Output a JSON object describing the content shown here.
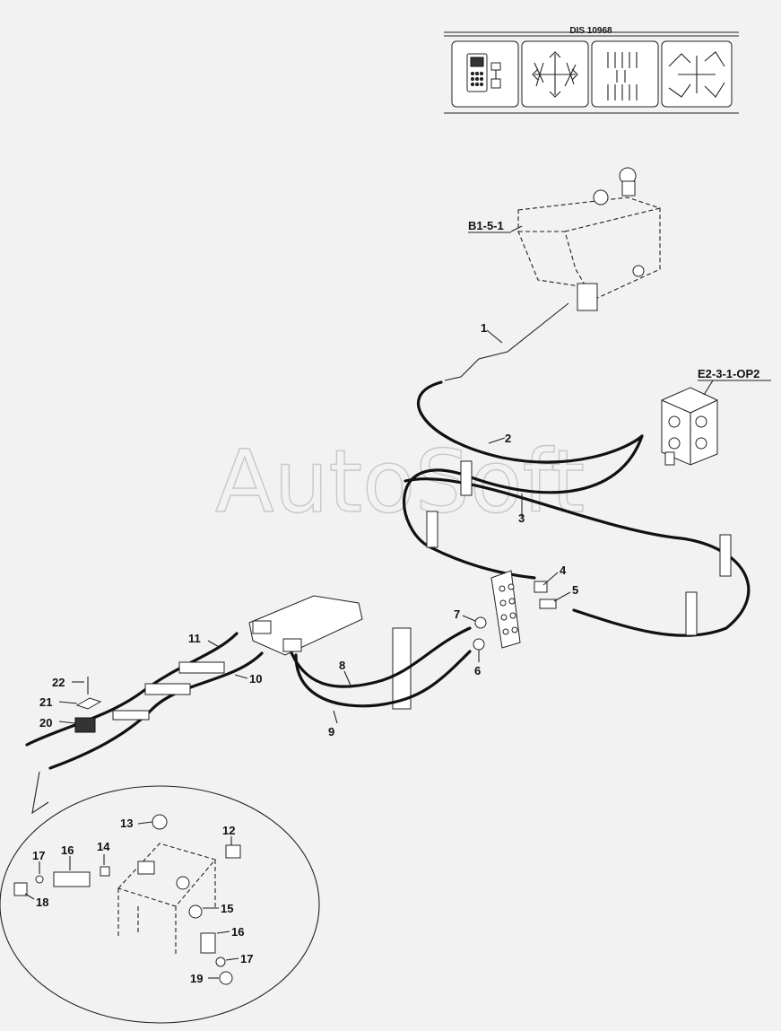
{
  "header": {
    "title": "DIS 10968",
    "icons": [
      "control-panel-icon",
      "excavator-cross-icon",
      "arrows-grid-icon",
      "arm-movement-icon"
    ]
  },
  "references": {
    "tank": "B1-5-1",
    "valve": "E2-3-1-OP2"
  },
  "watermark": "AutoSoft",
  "callouts": {
    "c1": "1",
    "c2": "2",
    "c3": "3",
    "c4": "4",
    "c5": "5",
    "c6": "6",
    "c7": "7",
    "c8": "8",
    "c9": "9",
    "c10": "10",
    "c11": "11",
    "c20": "20",
    "c21": "21",
    "c22": "22"
  },
  "detail_callouts": {
    "c12": "12",
    "c13": "13",
    "c14": "14",
    "c15": "15",
    "c16a": "16",
    "c16b": "16",
    "c17a": "17",
    "c17b": "17",
    "c18": "18",
    "c19": "19"
  }
}
